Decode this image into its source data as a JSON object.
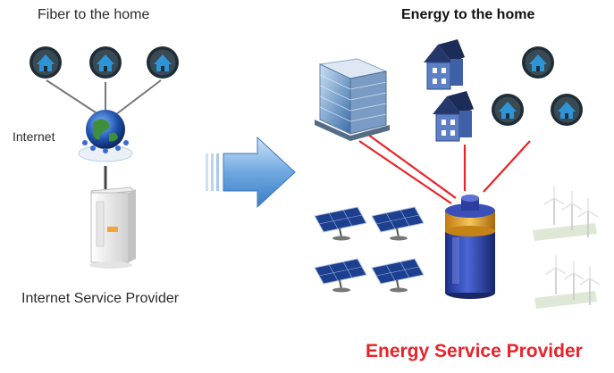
{
  "left_section": {
    "title": "Fiber to the home",
    "hub_label": "Internet",
    "provider_label": "Internet Service Provider"
  },
  "right_section": {
    "title": "Energy to the home",
    "provider_label": "Energy Service Provider"
  },
  "colors": {
    "accent_red": "#e8232a",
    "home_icon_ring": "#1f2d36",
    "home_icon_fill": "#2d94d6",
    "connector": "#777777",
    "arrow_blue": "#4f8fd0"
  },
  "icons": [
    "home-icon",
    "globe-icon",
    "server-icon",
    "transition-arrow-icon",
    "office-building-icon",
    "house-icon",
    "battery-icon",
    "solar-panel-icon",
    "wind-turbine-icon"
  ]
}
